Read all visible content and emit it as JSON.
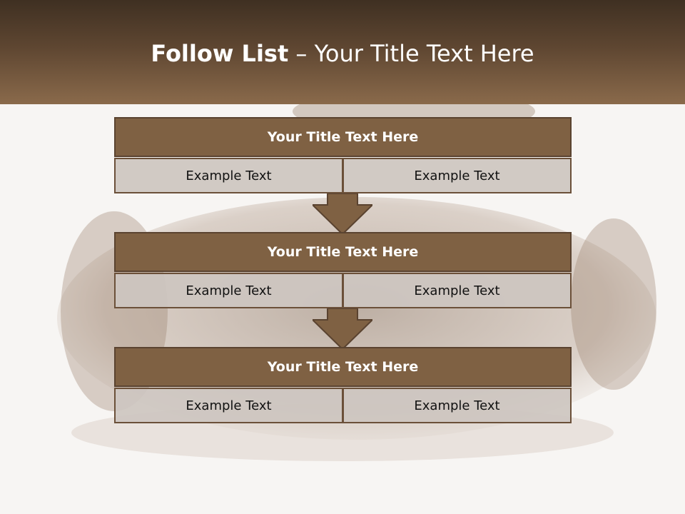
{
  "header": {
    "title_bold": "Follow List",
    "title_rest": " – Your Title Text Here"
  },
  "blocks": [
    {
      "title": "Your Title Text Here",
      "cells": [
        "Example Text",
        "Example Text"
      ]
    },
    {
      "title": "Your Title Text Here",
      "cells": [
        "Example Text",
        "Example Text"
      ]
    },
    {
      "title": "Your Title Text Here",
      "cells": [
        "Example Text",
        "Example Text"
      ]
    }
  ],
  "colors": {
    "header_dark": "#3f3022",
    "header_light": "#8a6a4b",
    "block_title_bg": "#7f6143",
    "cell_bg": "#cdc6c0",
    "arrow": "#7f6143"
  },
  "icons": {
    "arrow": "down-arrow-icon"
  }
}
